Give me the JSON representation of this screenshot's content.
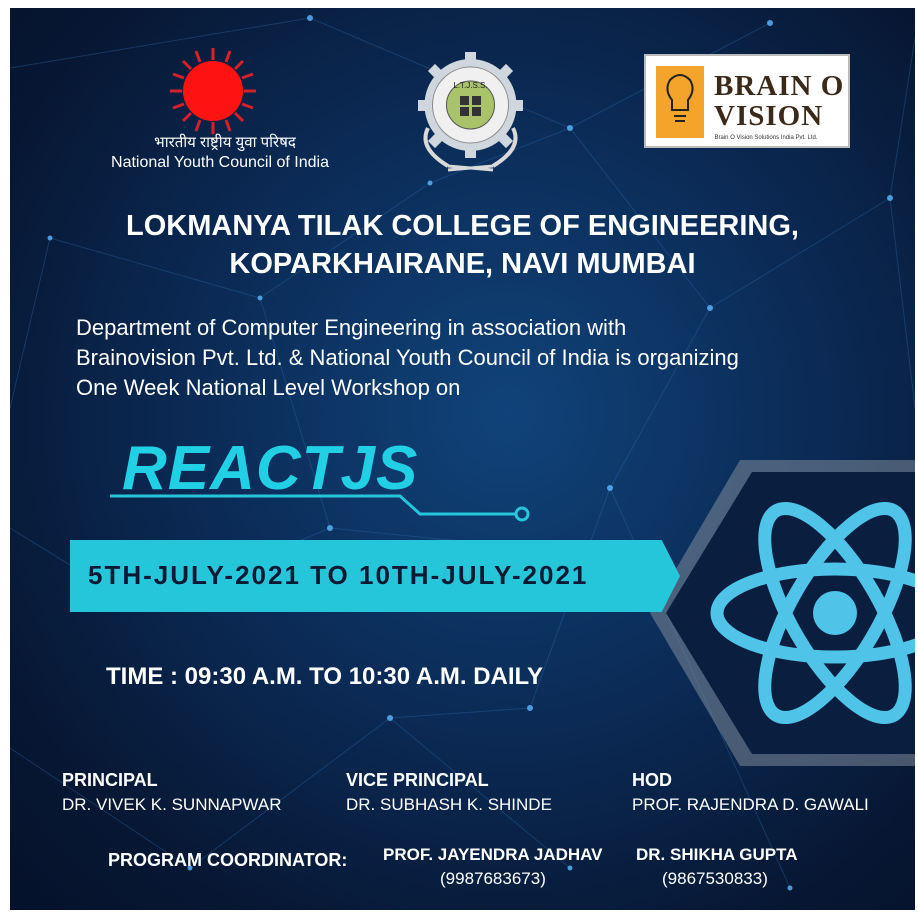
{
  "logos": {
    "nyci_hindi": "भारतीय राष्ट्रीय युवा परिषद",
    "nyci_english": "National Youth Council of India",
    "ltjss_text": "L.T.J.S.S.",
    "brainovision_line1": "BRAIN O",
    "brainovision_line2": "VISION",
    "brainovision_sub": "Brain O Vision Solutions India Pvt. Ltd."
  },
  "college": {
    "line1": "LOKMANYA TILAK COLLEGE OF ENGINEERING,",
    "line2": "KOPARKHAIRANE, NAVI MUMBAI"
  },
  "intro": {
    "line1": "Department of Computer Engineering in association with",
    "line2": "Brainovision Pvt. Ltd. & National Youth Council of India is organizing",
    "line3": "One Week National Level Workshop on"
  },
  "workshop": {
    "title": "REACTJS",
    "dates": "5TH-JULY-2021 TO 10TH-JULY-2021",
    "time": "TIME : 09:30 A.M.  TO  10:30 A.M.  DAILY"
  },
  "people": {
    "principal_role": "PRINCIPAL",
    "principal_name": "DR. VIVEK K. SUNNAPWAR",
    "vp_role": "VICE PRINCIPAL",
    "vp_name": "DR. SUBHASH K. SHINDE",
    "hod_role": "HOD",
    "hod_name": "PROF. RAJENDRA D. GAWALI",
    "coord_role": "PROGRAM COORDINATOR:",
    "coord1_name": "PROF. JAYENDRA JADHAV",
    "coord1_phone": "(9987683673)",
    "coord2_name": "DR. SHIKHA GUPTA",
    "coord2_phone": "(9867530833)"
  },
  "colors": {
    "accent_cyan": "#26c6da",
    "title_cyan": "#22d0e6",
    "background_navy": "#0b2a55",
    "react_blue": "#4fc3e8"
  },
  "icons": {
    "react_logo": "react-atom-icon",
    "bulb": "lightbulb-head-icon",
    "sun": "sun-emblem-icon"
  }
}
